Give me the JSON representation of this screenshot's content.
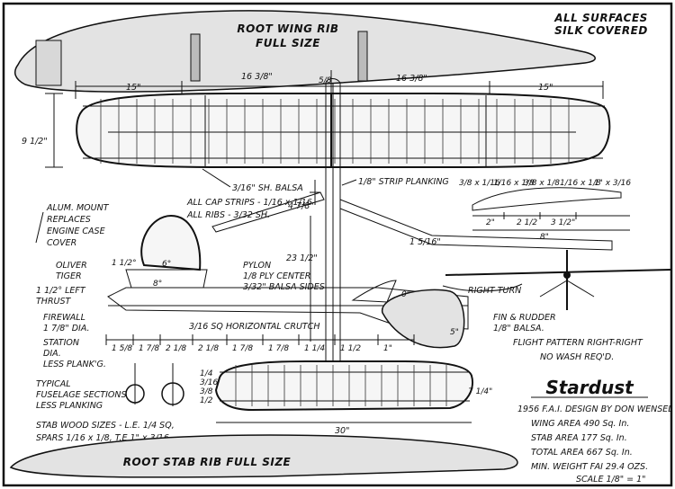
{
  "notes": {
    "surfaces_line1": "ALL SURFACES",
    "surfaces_line2": "SILK COVERED",
    "root_wing_rib_1": "ROOT WING RIB",
    "root_wing_rib_2": "FULL SIZE",
    "root_stab_rib": "ROOT STAB RIB  FULL SIZE",
    "balsa_sheet": "3/16\" SH. BALSA",
    "cap_strips": "ALL CAP STRIPS - 1/16 x 1/16",
    "all_ribs": "ALL RIBS - 3/32 SH.",
    "strip_planking": "1/8\" STRIP PLANKING",
    "alum_mount": [
      "ALUM. MOUNT",
      "REPLACES",
      "ENGINE CASE",
      "COVER"
    ],
    "engine": [
      "OLIVER",
      "TIGER"
    ],
    "thrust": [
      "1 1/2° LEFT",
      "THRUST"
    ],
    "firewall": [
      "FIREWALL",
      "1 7/8\" DIA."
    ],
    "station": [
      "STATION",
      "DIA.",
      "LESS PLANK'G."
    ],
    "pylon": [
      "PYLON",
      "1/8 PLY CENTER",
      "3/32\" BALSA SIDES"
    ],
    "crutch": "3/16 SQ HORIZONTAL CRUTCH",
    "fin_rudder": [
      "FIN & RUDDER",
      "1/8\" BALSA."
    ],
    "right_turn": "RIGHT TURN",
    "flight_pattern": [
      "FLIGHT PATTERN RIGHT-RIGHT",
      "NO WASH REQ'D."
    ],
    "typical": [
      "TYPICAL",
      "FUSELAGE SECTIONS",
      "LESS PLANKING"
    ],
    "stab_wood": [
      "STAB WOOD SIZES - L.E. 1/4 SQ,",
      "SPARS 1/16 x 1/8, T.E 1\" x 3/16"
    ]
  },
  "title_block": {
    "title": "Stardust",
    "designer": "1956 F.A.I. DESIGN BY DON WENSEL",
    "wing_area": "WING AREA 490 Sq. In.",
    "stab_area": "STAB AREA 177 Sq. In.",
    "total_area": "TOTAL AREA 667 Sq. In.",
    "min_weight": "MIN. WEIGHT FAI 29.4 OZS.",
    "scale": "SCALE 1/8\" = 1\""
  },
  "dimensions": {
    "wing_tip_left": "15\"",
    "wing_center_left": "16 3/8\"",
    "wing_center_right": "16 3/8\"",
    "wing_tip_right": "15\"",
    "chord": "9 1/2\"",
    "center_mark": "5/8",
    "dihedral": "4 7/8\"",
    "tip_rise": "1 5/16\"",
    "fuselage_length": "23 1/2\"",
    "stab_span": "30\"",
    "stab_chord": "7 1/4\"",
    "fin_height": "5\"",
    "pylon_1": "1 1/2°",
    "pylon_2": "6°",
    "pylon_3": "8°",
    "fin_angle": "0°",
    "fuselage_stations": [
      "1 5/8",
      "1 7/8",
      "2 1/8",
      "2 1/8",
      "1 7/8",
      "1 7/8",
      "1 1/4",
      "1 1/2",
      "1\""
    ],
    "rib_spacing": [
      "2\"",
      "2 1/2",
      "3 1/2\"",
      "8\""
    ],
    "rib_sizes": [
      "3/8 x 1/16",
      "1/16 x 1/8",
      "3/8 x 1/8",
      "1/16 x 1/8",
      "1\" x 3/16"
    ],
    "stab_rib_sizes": [
      "1/4",
      "3/16",
      "3/8",
      "1/2"
    ]
  }
}
